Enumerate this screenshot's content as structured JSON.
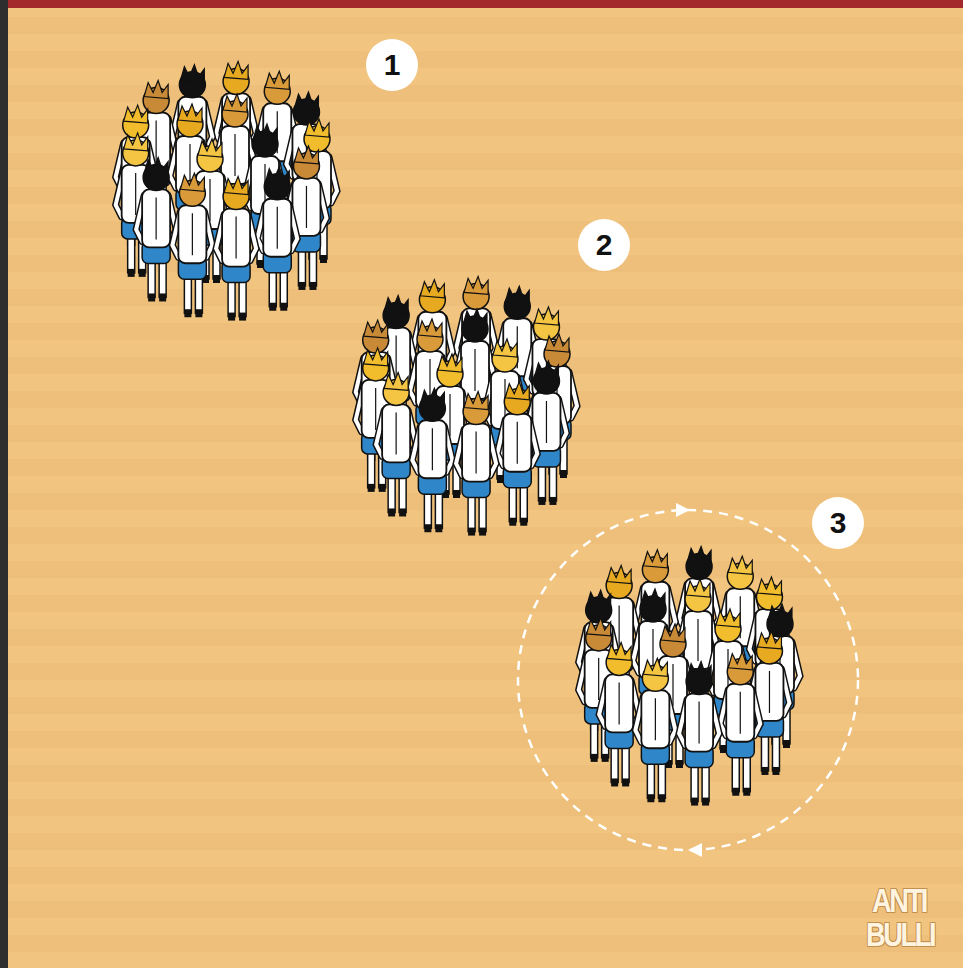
{
  "diagram": {
    "labels": [
      "1",
      "2",
      "3",
      "ANTI",
      "BULLI"
    ]
  }
}
